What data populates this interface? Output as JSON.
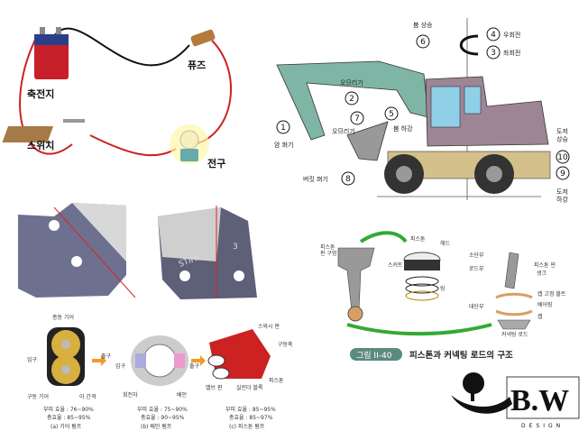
{
  "circuit": {
    "battery": "축전지",
    "fuse": "퓨즈",
    "switch": "스위치",
    "bulb": "전구"
  },
  "excavator": {
    "labels": {
      "boom_up": "붐 상승",
      "right_swing": "우회전",
      "left_swing": "좌회전",
      "curl1": "오므리기",
      "curl2": "오므리기",
      "arm_out": "암 펴기",
      "boom_down": "붐 하강",
      "bucket_out": "버킷 펴기",
      "dozer_up": "도저\n상승",
      "dozer_down": "도저\n하강"
    },
    "numbers": [
      "1",
      "2",
      "3",
      "4",
      "5",
      "6",
      "7",
      "8",
      "9",
      "10"
    ]
  },
  "chain": {
    "brand": "STIHL",
    "mark": "3"
  },
  "pumps": {
    "gear": {
      "driven_gear": "종동 기어",
      "inlet": "입구",
      "outlet": "출구",
      "drive_gear": "구동 기어",
      "tooth_gap": "이 간격",
      "vol_eff": "부피 효율 : 76~90%",
      "total_eff": "총효율 : 85~95%",
      "caption": "(a) 기어 펌프"
    },
    "vane": {
      "inlet": "입구",
      "outlet": "출구",
      "rotor": "회전자",
      "vane": "베인",
      "vol_eff": "부피 효율 : 75~90%",
      "total_eff": "총효율 : 90~95%",
      "caption": "(b) 베인 펌프"
    },
    "piston": {
      "swash": "스와시 판",
      "shaft": "구동축",
      "piston": "피스톤",
      "valve": "밸브 판",
      "cylinder": "실린더 블록",
      "vol_eff": "부피 효율 : 85~95%",
      "total_eff": "총효율 : 85~97%",
      "caption": "(c) 피스톤 펌프"
    }
  },
  "piston_figure": {
    "pin_hole": "피스톤\n핀 구멍",
    "piston": "피스톤",
    "head": "헤드",
    "skirt": "스커트",
    "ring": "링",
    "small_end": "소단부",
    "rod_part": "로드부",
    "big_end": "대단부",
    "piston_pin": "피스톤 핀",
    "shank": "생크",
    "cap_bolt": "캡 고정 볼트",
    "bearing": "베어링",
    "cap": "캡",
    "conrod": "커넥팅 로드",
    "fig_badge": "그림 II-40",
    "fig_title": "피스톤과 커넥팅 로드의 구조"
  },
  "logo": {
    "text": "B.W",
    "sub": "DESIGN"
  }
}
